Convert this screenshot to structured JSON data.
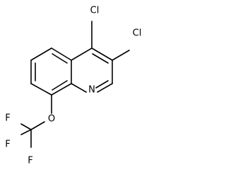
{
  "molecule": {
    "atoms": {
      "cl_top": "Cl",
      "cl_right": "Cl",
      "nitrogen": "N",
      "oxygen": "O",
      "f_top": "F",
      "f_left": "F",
      "f_bottom": "F"
    },
    "bond_color": "#000000",
    "background": "#ffffff"
  }
}
